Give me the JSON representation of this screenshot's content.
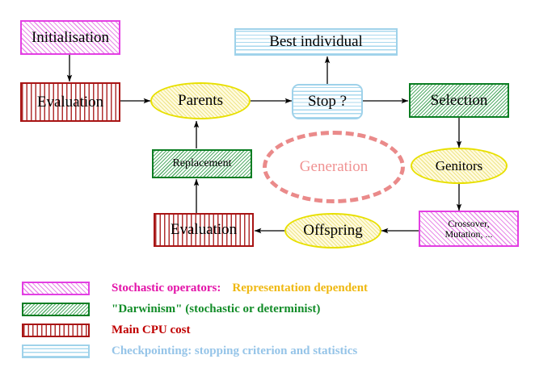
{
  "diagram": {
    "title": "Evolutionary Algorithm Cycle",
    "nodes": {
      "initialisation": {
        "label": "Initialisation",
        "shape": "rect",
        "fill": "magenta-hatch",
        "font_size": 19
      },
      "evaluation_top": {
        "label": "Evaluation",
        "shape": "rect",
        "fill": "red-vertical-hatch",
        "font_size": 19
      },
      "parents": {
        "label": "Parents",
        "shape": "ellipse",
        "fill": "yellow-hatch",
        "font_size": 19
      },
      "stop": {
        "label": "Stop ?",
        "shape": "rounded-rect",
        "fill": "blue-horizontal-hatch",
        "font_size": 19
      },
      "best_individual": {
        "label": "Best individual",
        "shape": "rect",
        "fill": "blue-horizontal-hatch",
        "font_size": 19
      },
      "selection": {
        "label": "Selection",
        "shape": "rect",
        "fill": "green-hatch",
        "font_size": 19
      },
      "genitors": {
        "label": "Genitors",
        "shape": "ellipse",
        "fill": "yellow-hatch",
        "font_size": 17
      },
      "operators": {
        "label": "Crossover,\nMutation, ...",
        "shape": "rect",
        "fill": "magenta-hatch",
        "font_size": 12
      },
      "offspring": {
        "label": "Offspring",
        "shape": "ellipse",
        "fill": "yellow-hatch",
        "font_size": 19
      },
      "evaluation_bottom": {
        "label": "Evaluation",
        "shape": "rect",
        "fill": "red-vertical-hatch",
        "font_size": 19
      },
      "replacement": {
        "label": "Replacement",
        "shape": "rect",
        "fill": "green-hatch",
        "font_size": 14
      },
      "generation": {
        "label": "Generation",
        "shape": "dashed-ellipse",
        "fill": "none",
        "font_size": 19
      }
    },
    "edges": [
      {
        "from": "initialisation",
        "to": "evaluation_top",
        "direction": "down"
      },
      {
        "from": "evaluation_top",
        "to": "parents",
        "direction": "right"
      },
      {
        "from": "parents",
        "to": "stop",
        "direction": "right"
      },
      {
        "from": "stop",
        "to": "best_individual",
        "direction": "up"
      },
      {
        "from": "stop",
        "to": "selection",
        "direction": "right"
      },
      {
        "from": "selection",
        "to": "genitors",
        "direction": "down"
      },
      {
        "from": "genitors",
        "to": "operators",
        "direction": "down"
      },
      {
        "from": "operators",
        "to": "offspring",
        "direction": "left"
      },
      {
        "from": "offspring",
        "to": "evaluation_bottom",
        "direction": "left"
      },
      {
        "from": "evaluation_bottom",
        "to": "replacement",
        "direction": "up"
      },
      {
        "from": "replacement",
        "to": "parents",
        "direction": "up"
      }
    ]
  },
  "legend": {
    "rows": [
      {
        "swatch": "magenta-hatch",
        "text": "Stochastic operators:",
        "text_color": "#e313a8",
        "text2": "Representation dependent",
        "text2_color": "#efb811"
      },
      {
        "swatch": "green-hatch",
        "text": "\"Darwinism\" (stochastic or determinist)",
        "text_color": "#128c28",
        "text2": "",
        "text2_color": ""
      },
      {
        "swatch": "red-vertical-hatch",
        "text": "Main CPU cost",
        "text_color": "#c00000",
        "text2": "",
        "text2_color": ""
      },
      {
        "swatch": "blue-horizontal-hatch",
        "text": "Checkpointing: stopping criterion and statistics",
        "text_color": "#95c4e8",
        "text2": "",
        "text2_color": ""
      }
    ]
  },
  "colors": {
    "magenta_border": "#e33fe3",
    "green_border": "#0a7d22",
    "red_border": "#a81414",
    "blue_border": "#9fd2ea",
    "yellow_border": "#e8e000",
    "salmon_dashed": "#ea8a8a",
    "arrow": "#000000",
    "background": "#ffffff"
  }
}
